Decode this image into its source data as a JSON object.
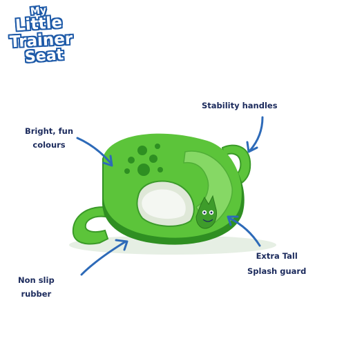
{
  "logo": {
    "line1": "My",
    "line2": "Little",
    "line3": "Trainer",
    "line4": "Seat"
  },
  "callouts": {
    "bright_line1": "Bright, fun",
    "bright_line2": "colours",
    "stability": "Stability handles",
    "extra_line1": "Extra Tall",
    "extra_line2": "Splash guard",
    "nonslip_line1": "Non slip",
    "nonslip_line2": "rubber"
  },
  "colors": {
    "seat_green": "#5cc43a",
    "seat_dark_green": "#2f8f22",
    "label_navy": "#1b2a5c",
    "arrow_blue": "#2d6ab8",
    "logo_blue": "#1e5aa8"
  }
}
